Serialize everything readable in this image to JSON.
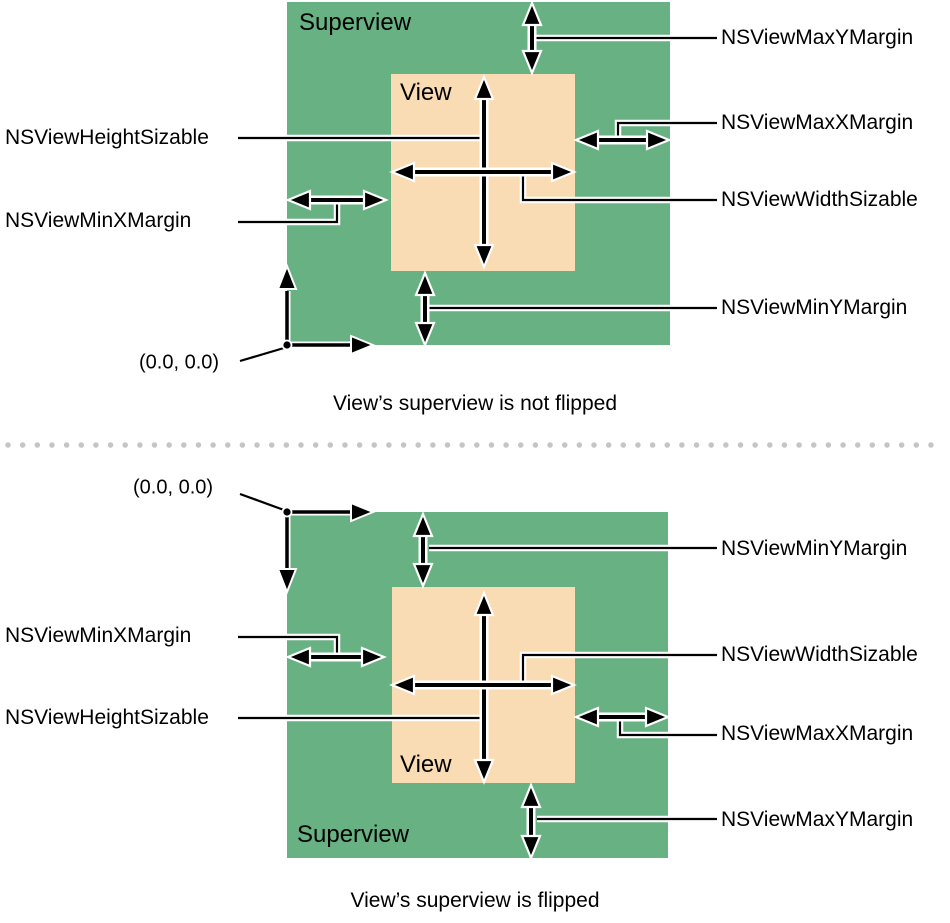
{
  "colors": {
    "superview_fill": "#68B183",
    "view_fill": "#FADCB4",
    "line_color": "#000000",
    "divider_dot_color": "#C5C5C5"
  },
  "top": {
    "superview": "Superview",
    "view": "View",
    "origin": "(0.0, 0.0)",
    "caption": "View’s superview is not flipped",
    "max_y_margin": "NSViewMaxYMargin",
    "max_x_margin": "NSViewMaxXMargin",
    "width_sizable": "NSViewWidthSizable",
    "min_y_margin": "NSViewMinYMargin",
    "height_sizable": "NSViewHeightSizable",
    "min_x_margin": "NSViewMinXMargin"
  },
  "bottom": {
    "superview": "Superview",
    "view": "View",
    "origin": "(0.0, 0.0)",
    "caption": "View’s superview is flipped",
    "min_y_margin": "NSViewMinYMargin",
    "width_sizable": "NSViewWidthSizable",
    "max_x_margin": "NSViewMaxXMargin",
    "max_y_margin": "NSViewMaxYMargin",
    "height_sizable": "NSViewHeightSizable",
    "min_x_margin": "NSViewMinXMargin"
  }
}
